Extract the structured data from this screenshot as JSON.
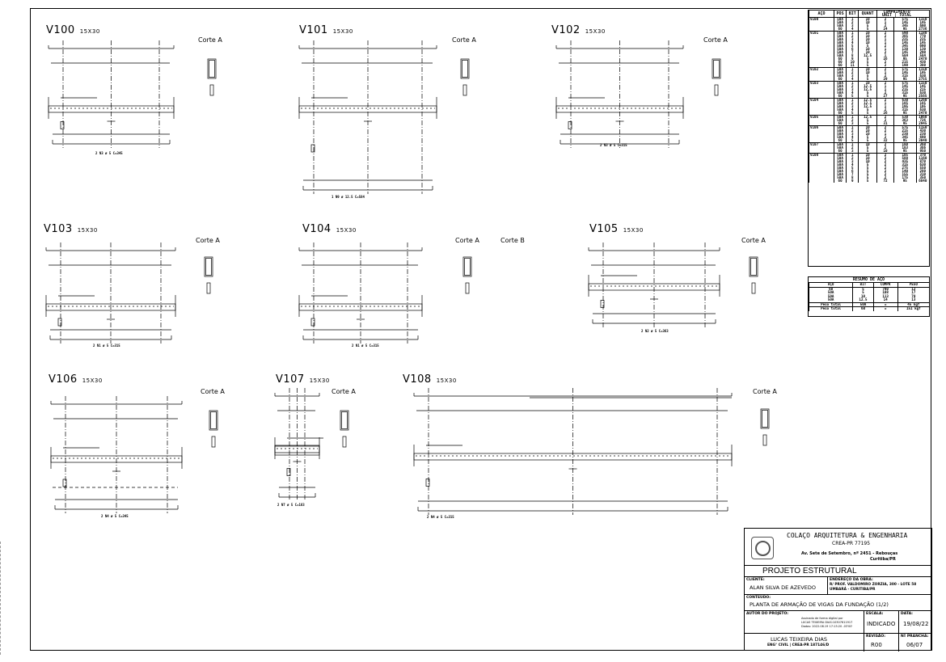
{
  "beams": [
    {
      "id": "v100",
      "name": "V100",
      "size": "15X30",
      "corte": "Corte A",
      "bottom": "2 N3 ø 5 C=345"
    },
    {
      "id": "v101",
      "name": "V101",
      "size": "15X30",
      "corte": "Corte A",
      "bottom": "1 N9 ø 12.5 C=584"
    },
    {
      "id": "v102",
      "name": "V102",
      "size": "15X30",
      "corte": "Corte A",
      "bottom": "2 N3 ø 5 C=315"
    },
    {
      "id": "v103",
      "name": "V103",
      "size": "15X30",
      "corte": "Corte A",
      "bottom": "2 N1 ø 5 C=315"
    },
    {
      "id": "v104",
      "name": "V104",
      "size": "15X30",
      "corte": "Corte A",
      "corte2": "Corte B",
      "bottom": "2 N1 ø 5 C=315"
    },
    {
      "id": "v105",
      "name": "V105",
      "size": "15X30",
      "corte": "Corte A",
      "bottom": "2 N2 ø 5 C=363"
    },
    {
      "id": "v106",
      "name": "V106",
      "size": "15X30",
      "corte": "Corte A",
      "bottom": "2 N4 ø 5 C=345"
    },
    {
      "id": "v107",
      "name": "V107",
      "size": "15X30",
      "corte": "Corte A",
      "bottom": "2 N7 ø 5 C=183"
    },
    {
      "id": "v108",
      "name": "V108",
      "size": "15X30",
      "corte": "Corte A",
      "bottom": "2 N4 ø 5 C=315"
    }
  ],
  "steel_table": {
    "headers": [
      "AÇO",
      "POS",
      "BIT",
      "QUANT",
      "COMPRIMENTO",
      "UNIT",
      "TOTAL"
    ],
    "groups": [
      {
        "beam": "V100",
        "rows": [
          [
            "50A",
            "1",
            "10",
            "2",
            "575",
            "1150"
          ],
          [
            "50A",
            "2",
            "10",
            "1",
            "145",
            "145"
          ],
          [
            "50A",
            "3",
            "5",
            "2",
            "345",
            "690"
          ],
          [
            "60",
            "4",
            "5",
            "24",
            "95",
            "2736"
          ]
        ]
      },
      {
        "beam": "V101",
        "rows": [
          [
            "50A",
            "1",
            "10",
            "2",
            "590",
            "1180"
          ],
          [
            "50A",
            "2",
            "10",
            "2",
            "385",
            "770"
          ],
          [
            "50A",
            "3",
            "10",
            "1",
            "225",
            "225"
          ],
          [
            "50A",
            "4",
            "10",
            "1",
            "145",
            "145"
          ],
          [
            "50A",
            "5",
            "5",
            "2",
            "345",
            "690"
          ],
          [
            "50A",
            "6",
            "10",
            "1",
            "130",
            "130"
          ],
          [
            "50A",
            "7",
            "10",
            "2",
            "145",
            "290"
          ],
          [
            "50A",
            "8",
            "12.5",
            "1",
            "584",
            "584"
          ],
          [
            "60",
            "9",
            "5",
            "26",
            "95",
            "2470"
          ],
          [
            "60",
            "10",
            "5",
            "2",
            "215",
            "430"
          ],
          [
            "60",
            "11",
            "5",
            "2",
            "190",
            "380"
          ]
        ]
      },
      {
        "beam": "V102",
        "rows": [
          [
            "50A",
            "1",
            "10",
            "2",
            "575",
            "1150"
          ],
          [
            "50A",
            "2",
            "10",
            "1",
            "145",
            "145"
          ],
          [
            "50A",
            "3",
            "5",
            "2",
            "315",
            "630"
          ],
          [
            "60",
            "4",
            "5",
            "29",
            "95",
            "2755"
          ]
        ]
      },
      {
        "beam": "V103",
        "rows": [
          [
            "50A",
            "1",
            "10",
            "2",
            "575",
            "1150"
          ],
          [
            "50A",
            "2",
            "12.5",
            "1",
            "145",
            "145"
          ],
          [
            "50A",
            "3",
            "12.5",
            "1",
            "215",
            "215"
          ],
          [
            "50A",
            "4",
            "5",
            "2",
            "315",
            "630"
          ],
          [
            "60",
            "5",
            "5",
            "27",
            "95",
            "2565"
          ]
        ]
      },
      {
        "beam": "V104",
        "rows": [
          [
            "50A",
            "1",
            "12.5",
            "2",
            "630",
            "1260"
          ],
          [
            "50A",
            "2",
            "12.5",
            "1",
            "185",
            "185"
          ],
          [
            "50A",
            "3",
            "12.5",
            "1",
            "195",
            "195"
          ],
          [
            "50A",
            "4",
            "5",
            "2",
            "315",
            "630"
          ],
          [
            "60",
            "5",
            "5",
            "26",
            "95",
            "2470"
          ]
        ]
      },
      {
        "beam": "V105",
        "rows": [
          [
            "50A",
            "1",
            "12.5",
            "2",
            "530",
            "1060"
          ],
          [
            "50A",
            "2",
            "5",
            "2",
            "363",
            "726"
          ],
          [
            "60",
            "3",
            "5",
            "31",
            "95",
            "2945"
          ]
        ]
      },
      {
        "beam": "V106",
        "rows": [
          [
            "50A",
            "1",
            "10",
            "2",
            "575",
            "1150"
          ],
          [
            "50A",
            "2",
            "10",
            "2",
            "215",
            "430"
          ],
          [
            "50A",
            "3",
            "10",
            "1",
            "230",
            "230"
          ],
          [
            "50A",
            "4",
            "5",
            "2",
            "345",
            "690"
          ],
          [
            "60",
            "5",
            "5",
            "32",
            "95",
            "3040"
          ]
        ]
      },
      {
        "beam": "V107",
        "rows": [
          [
            "50A",
            "1",
            "10",
            "2",
            "180",
            "360"
          ],
          [
            "50A",
            "2",
            "5",
            "2",
            "183",
            "366"
          ],
          [
            "60",
            "3",
            "5",
            "10",
            "95",
            "950"
          ]
        ]
      },
      {
        "beam": "V108",
        "rows": [
          [
            "50A",
            "1",
            "10",
            "2",
            "185",
            "370"
          ],
          [
            "50A",
            "2",
            "10",
            "2",
            "580",
            "1160"
          ],
          [
            "50A",
            "3",
            "10",
            "2",
            "435",
            "870"
          ],
          [
            "50A",
            "4",
            "5",
            "2",
            "315",
            "630"
          ],
          [
            "50A",
            "5",
            "5",
            "2",
            "275",
            "550"
          ],
          [
            "50A",
            "6",
            "5",
            "2",
            "140",
            "280"
          ],
          [
            "50A",
            "7",
            "5",
            "2",
            "155",
            "310"
          ],
          [
            "50A",
            "8",
            "5",
            "2",
            "175",
            "350"
          ],
          [
            "60",
            "9",
            "5",
            "72",
            "95",
            "6840"
          ]
        ]
      }
    ]
  },
  "resumo": {
    "title": "RESUMO DE AÇO",
    "headers": [
      "AÇO",
      "BIT",
      "COMPR",
      "PESO"
    ],
    "rows": [
      [
        "60",
        "5",
        "790",
        "12"
      ],
      [
        "50A",
        "5",
        "108",
        "17"
      ],
      [
        "50A",
        "10",
        "113",
        "70"
      ],
      [
        "50A",
        "12.5",
        "14",
        "13"
      ]
    ],
    "totals": [
      [
        "Peso total",
        "50A",
        "=",
        "45 kgf"
      ],
      [
        "Peso total",
        "60",
        "=",
        "151 kgf"
      ]
    ]
  },
  "title_block": {
    "company": "COLAÇO ARQUITETURA & ENGENHARIA",
    "crea": "CREA-PR 77195",
    "address1": "Av. Sete de Setembro, nº 2451 - Rebouças",
    "address2": "Curitiba/PR",
    "project_type": "PROJETO ESTRUTURAL",
    "client_cap": "CLIENTE:",
    "client": "ALAN SILVA DE AZEVEDO",
    "site_cap": "ENDEREÇO DA OBRA:",
    "site1": "R/ PROF. VALDOMIRO ZORZIA, 300 - LOTE 58",
    "site2": "UMBARÁ - CURITIBA/PR",
    "content_cap": "CONTEÚDO:",
    "content": "PLANTA DE ARMAÇÃO DE VIGAS DA FUNDAÇÃO (1/2)",
    "author_cap": "AUTOR DO PROJETO:",
    "signature1": "Assinado de forma digital por",
    "signature2": "LUCAS TEIXEIRA DIAS:10307611917",
    "signature3": "Dados: 2022.08.19 17:13:20 -03'00'",
    "scale_cap": "ESCALA:",
    "scale": "INDICADO",
    "date_cap": "DATA:",
    "date": "19/08/22",
    "engineer": "LUCAS TEIXEIRA DIAS",
    "engineer_reg": "ENG° CIVIL | CREA-PR 187146/D",
    "rev_cap": "REVISÃO:",
    "rev": "R00",
    "sheet_cap": "Nº PRANCHA:",
    "sheet": "06/07"
  },
  "colors": {
    "ink": "#000000",
    "paper": "#ffffff"
  }
}
